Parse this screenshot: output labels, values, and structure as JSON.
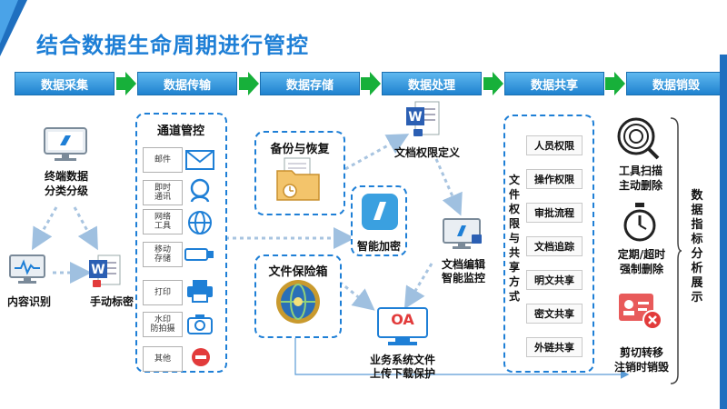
{
  "title": "结合数据生命周期进行管控",
  "stages": [
    "数据采集",
    "数据传输",
    "数据存储",
    "数据处理",
    "数据共享",
    "数据销毁"
  ],
  "collect": {
    "terminal_label": "终端数据\n分类分级",
    "content_label": "内容识别",
    "manual_label": "手动标密"
  },
  "channel": {
    "title": "通道管控",
    "items": [
      "邮件",
      "即时\n通讯",
      "网络\n工具",
      "移动\n存储",
      "打印",
      "水印\n防拍摄",
      "其他"
    ]
  },
  "storage": {
    "backup_label": "备份与恢复",
    "safe_label": "文件保险箱"
  },
  "process": {
    "permission_def": "文档权限定义",
    "smart_encrypt": "智能加密",
    "edit_monitor": "文档编辑\n智能监控",
    "oa_text": "OA",
    "oa_label": "业务系统文件\n上传下载保护"
  },
  "share": {
    "vertical_label": "文件权限与共享方式",
    "items": [
      "人员权限",
      "操作权限",
      "审批流程",
      "文档追踪",
      "明文共享",
      "密文共享",
      "外链共享"
    ]
  },
  "destroy": {
    "scan_label": "工具扫描\n主动删除",
    "timer_label": "定期/超时\n强制删除",
    "cut_label": "剪切转移\n注销时销毁",
    "side_label": "数据指标分析展示"
  },
  "colors": {
    "accent": "#1e7fd6",
    "arrow_green": "#17b03a",
    "red": "#e23b3b"
  }
}
